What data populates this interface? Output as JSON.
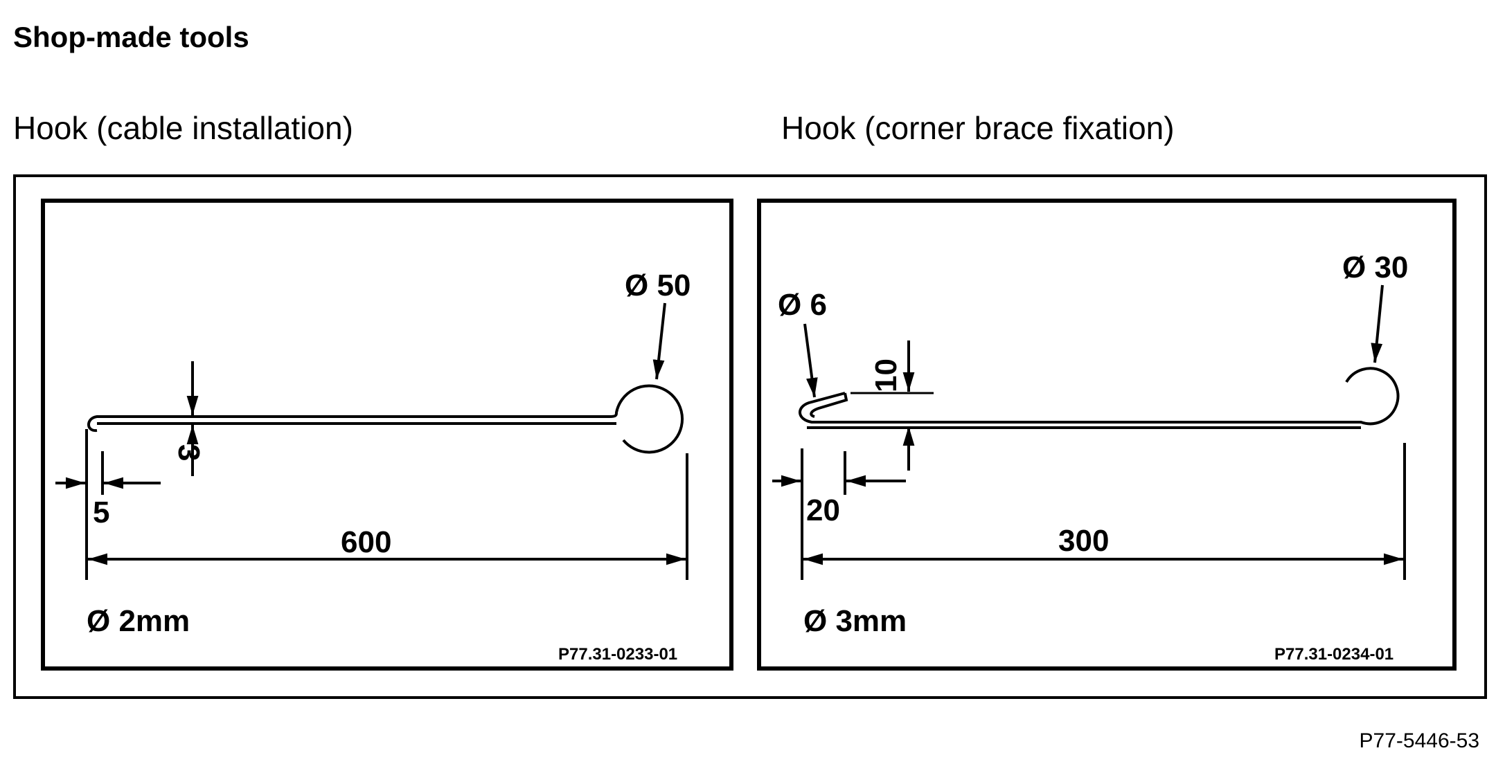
{
  "title": "Shop-made tools",
  "captions": {
    "left": "Hook (cable installation)",
    "right": "Hook (corner brace fixation)"
  },
  "left_drawing": {
    "ring_diameter": "Ø 50",
    "thickness_dim": "3",
    "tip_dim": "5",
    "length_dim": "600",
    "wire_diameter": "Ø 2mm",
    "ref": "P77.31-0233-01"
  },
  "right_drawing": {
    "ring_diameter": "Ø 30",
    "tip_diameter": "Ø 6",
    "offset_dim": "10",
    "tip_dim": "20",
    "length_dim": "300",
    "wire_diameter": "Ø 3mm",
    "ref": "P77.31-0234-01"
  },
  "figure_ref": "P77-5446-53"
}
